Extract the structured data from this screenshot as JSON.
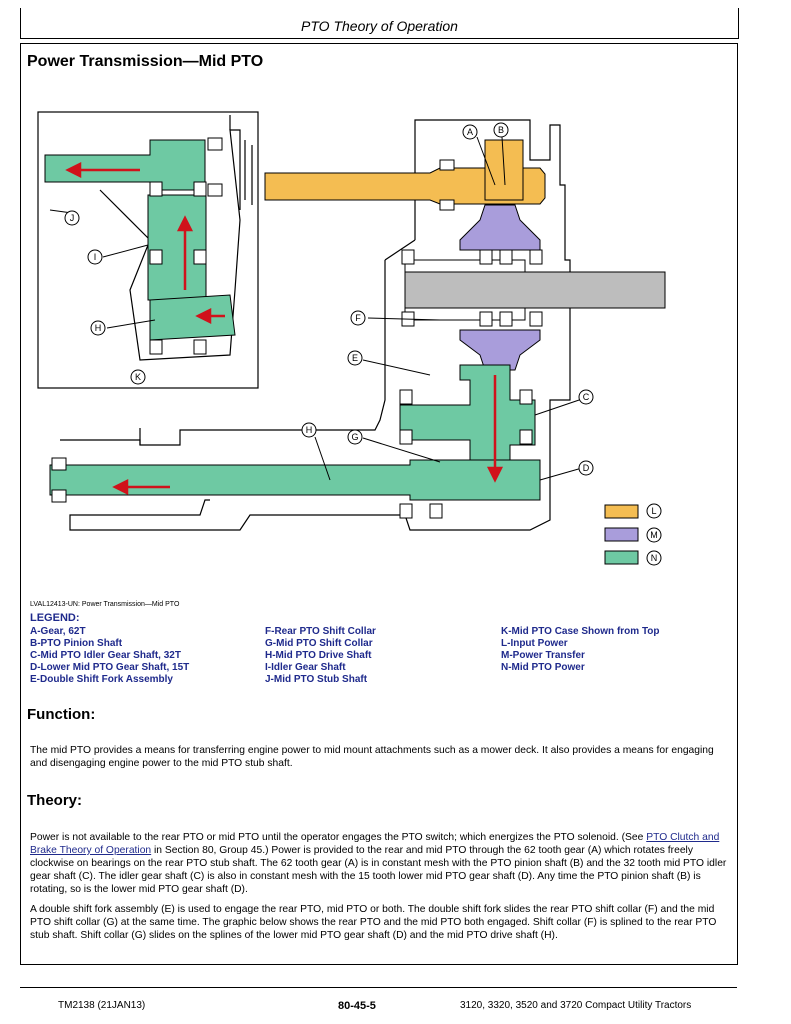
{
  "header": {
    "title": "PTO Theory of Operation"
  },
  "section_title": "Power Transmission—Mid PTO",
  "figure": {
    "caption": "LVAL12413-UN: Power Transmission—Mid PTO",
    "callouts": [
      "A",
      "B",
      "C",
      "D",
      "E",
      "F",
      "G",
      "H",
      "H",
      "I",
      "J",
      "K",
      "L",
      "M",
      "N"
    ],
    "colors": {
      "input_power": "#f4bd52",
      "power_transfer": "#a99ddb",
      "mid_pto_power": "#6ec9a3",
      "case": "#ffffff"
    }
  },
  "legend": {
    "title": "LEGEND:",
    "col1": [
      "A-Gear, 62T",
      "B-PTO Pinion Shaft",
      "C-Mid PTO Idler Gear Shaft, 32T",
      "D-Lower Mid PTO Gear Shaft, 15T",
      "E-Double Shift Fork Assembly"
    ],
    "col2": [
      "F-Rear PTO Shift Collar",
      "G-Mid PTO Shift Collar",
      "H-Mid PTO Drive Shaft",
      "I-Idler Gear Shaft",
      "J-Mid PTO Stub Shaft"
    ],
    "col3": [
      "K-Mid PTO Case Shown from Top",
      "L-Input Power",
      "M-Power Transfer",
      "N-Mid PTO Power"
    ]
  },
  "function": {
    "heading": "Function:",
    "text": "The mid PTO provides a means for transferring engine power to mid mount attachments such as a mower deck. It also provides a means for engaging and disengaging engine power to the mid PTO stub shaft."
  },
  "theory": {
    "heading": "Theory:",
    "p1_before": "Power is not available to the rear PTO or mid PTO until the operator engages the PTO switch; which energizes the PTO solenoid. (See ",
    "p1_link": "PTO Clutch and Brake Theory of Operation",
    "p1_after": " in Section 80, Group 45.) Power is provided to the rear and mid PTO through the 62 tooth gear (A) which rotates freely clockwise on bearings on the rear PTO stub shaft. The 62 tooth gear (A) is in constant mesh with the PTO pinion shaft (B) and the 32 tooth mid PTO idler gear shaft (C). The idler gear shaft (C) is also in constant mesh with the 15 tooth lower mid PTO gear shaft (D). Any time the PTO pinion shaft (B) is rotating, so is the lower mid PTO gear shaft (D).",
    "p2": "A double shift fork assembly (E) is used to engage the rear PTO, mid PTO or both. The double shift fork slides the rear PTO shift collar (F) and the mid PTO shift collar (G) at the same time. The graphic below shows the rear PTO and the mid PTO both engaged. Shift collar (F) is splined to the rear PTO stub shaft. Shift collar (G) slides on the splines of the lower mid PTO gear shaft (D) and the mid PTO drive shaft (H)."
  },
  "footer": {
    "doc": "TM2138 (21JAN13)",
    "page": "80-45-5",
    "models": "3120, 3320, 3520 and 3720 Compact Utility Tractors"
  }
}
